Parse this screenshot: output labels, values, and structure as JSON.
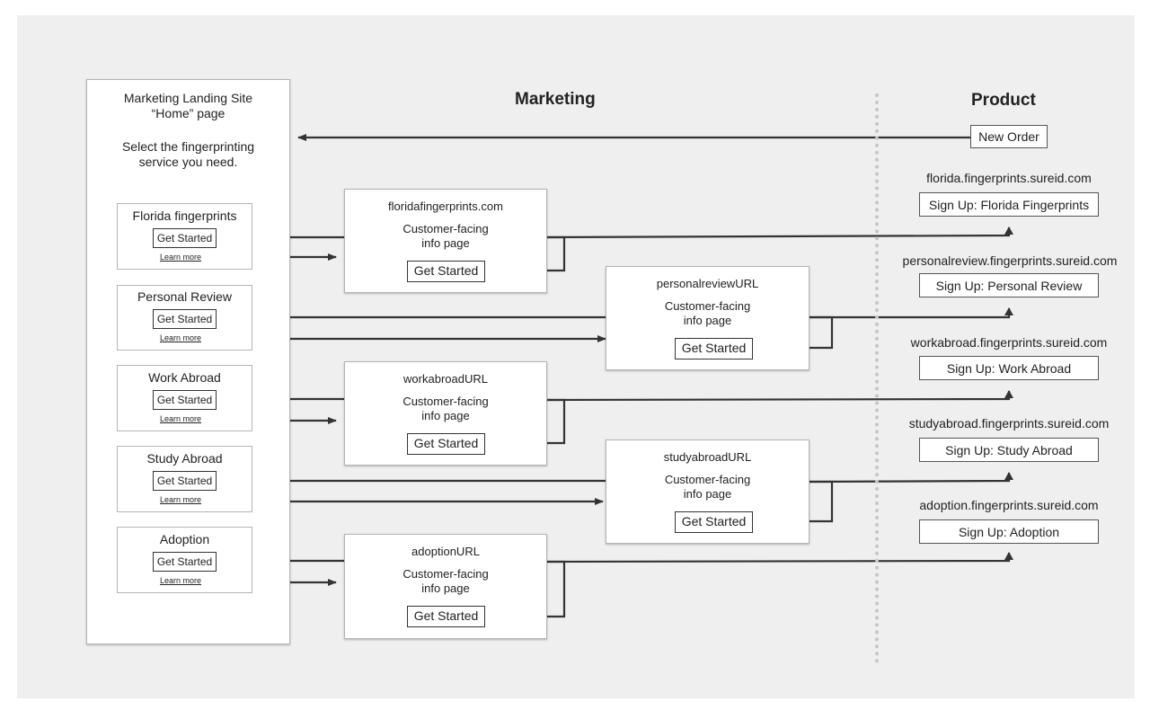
{
  "headings": {
    "marketing": "Marketing",
    "product": "Product"
  },
  "landing": {
    "title_line1": "Marketing Landing Site",
    "title_line2": "“Home” page",
    "subtitle_line1": "Select the fingerprinting",
    "subtitle_line2": "service you need.",
    "services": [
      {
        "name": "Florida fingerprints",
        "button": "Get Started",
        "link": "Learn more"
      },
      {
        "name": "Personal Review",
        "button": "Get Started",
        "link": "Learn more"
      },
      {
        "name": "Work Abroad",
        "button": "Get Started",
        "link": "Learn more"
      },
      {
        "name": "Study Abroad",
        "button": "Get Started",
        "link": "Learn more"
      },
      {
        "name": "Adoption",
        "button": "Get Started",
        "link": "Learn more"
      }
    ]
  },
  "info_pages": [
    {
      "url": "floridafingerprints.com",
      "line1": "Customer-facing",
      "line2": "info page",
      "button": "Get Started"
    },
    {
      "url": "personalreviewURL",
      "line1": "Customer-facing",
      "line2": "info page",
      "button": "Get Started"
    },
    {
      "url": "workabroadURL",
      "line1": "Customer-facing",
      "line2": "info page",
      "button": "Get Started"
    },
    {
      "url": "studyabroadURL",
      "line1": "Customer-facing",
      "line2": "info page",
      "button": "Get Started"
    },
    {
      "url": "adoptionURL",
      "line1": "Customer-facing",
      "line2": "info page",
      "button": "Get Started"
    }
  ],
  "product": {
    "new_order": "New Order",
    "signups": [
      {
        "domain": "florida.fingerprints.sureid.com",
        "label": "Sign Up: Florida Fingerprints"
      },
      {
        "domain": "personalreview.fingerprints.sureid.com",
        "label": "Sign Up: Personal Review"
      },
      {
        "domain": "workabroad.fingerprints.sureid.com",
        "label": "Sign Up: Work Abroad"
      },
      {
        "domain": "studyabroad.fingerprints.sureid.com",
        "label": "Sign Up: Study Abroad"
      },
      {
        "domain": "adoption.fingerprints.sureid.com",
        "label": "Sign Up: Adoption"
      }
    ]
  },
  "colors": {
    "canvas": "#efefef",
    "wire": "#333333",
    "divider": "#c6c6c6"
  }
}
